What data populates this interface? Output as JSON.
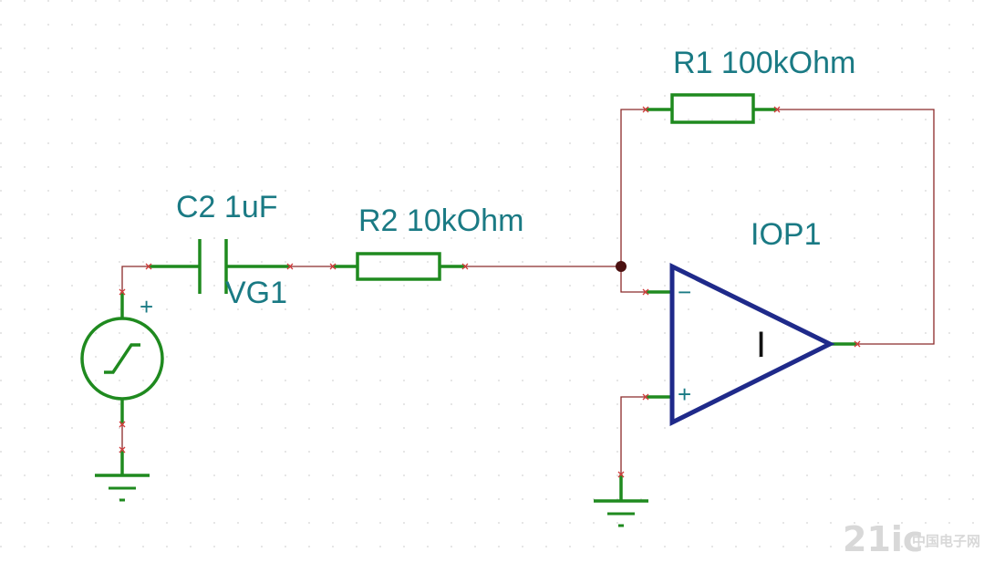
{
  "components": {
    "r1": {
      "label": "R1 100kOhm"
    },
    "r2": {
      "label": "R2 10kOhm"
    },
    "c2": {
      "label": "C2 1uF"
    },
    "vg1": {
      "label": "VG1",
      "polarity": "+"
    },
    "iop1": {
      "label": "IOP1",
      "inverting_input": "−",
      "noninverting_input": "+",
      "type_mark": "I"
    }
  },
  "watermark": {
    "main": "21ic",
    "sub": "中国电子网"
  },
  "colors": {
    "wire": "#8b2a2a",
    "component": "#1f8a1f",
    "opamp": "#1f2a8a",
    "label": "#1a7a84",
    "pin_marker": "#d23c3c",
    "junction": "#4a1010",
    "grid_dot": "#d4d4d4"
  }
}
